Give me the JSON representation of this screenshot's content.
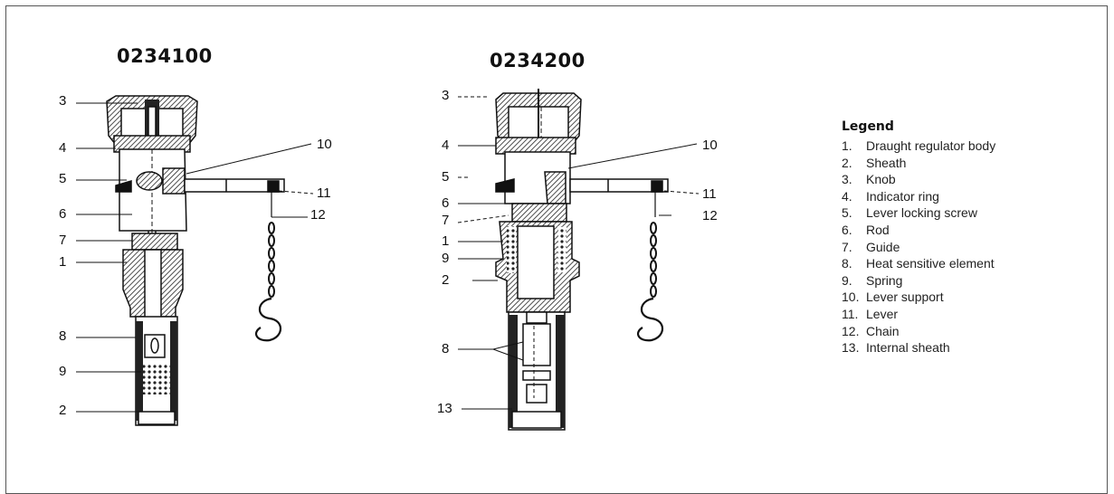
{
  "models": [
    {
      "title": "0234100"
    },
    {
      "title": "0234200"
    }
  ],
  "callouts_left": [
    "3",
    "4",
    "10",
    "5",
    "11",
    "6",
    "12",
    "7",
    "1",
    "8",
    "9",
    "2"
  ],
  "callouts_right": [
    "3",
    "4",
    "10",
    "5",
    "11",
    "6",
    "7",
    "12",
    "1",
    "9",
    "2",
    "8",
    "13"
  ],
  "legend": {
    "title": "Legend",
    "items": [
      {
        "num": "1.",
        "label": "Draught regulator body"
      },
      {
        "num": "2.",
        "label": "Sheath"
      },
      {
        "num": "3.",
        "label": "Knob"
      },
      {
        "num": "4.",
        "label": "Indicator ring"
      },
      {
        "num": "5.",
        "label": "Lever locking screw"
      },
      {
        "num": "6.",
        "label": "Rod"
      },
      {
        "num": "7.",
        "label": "Guide"
      },
      {
        "num": "8.",
        "label": "Heat sensitive element"
      },
      {
        "num": "9.",
        "label": "Spring"
      },
      {
        "num": "10.",
        "label": "Lever support"
      },
      {
        "num": "11.",
        "label": "Lever"
      },
      {
        "num": "12.",
        "label": "Chain"
      },
      {
        "num": "13.",
        "label": "Internal sheath"
      }
    ]
  }
}
